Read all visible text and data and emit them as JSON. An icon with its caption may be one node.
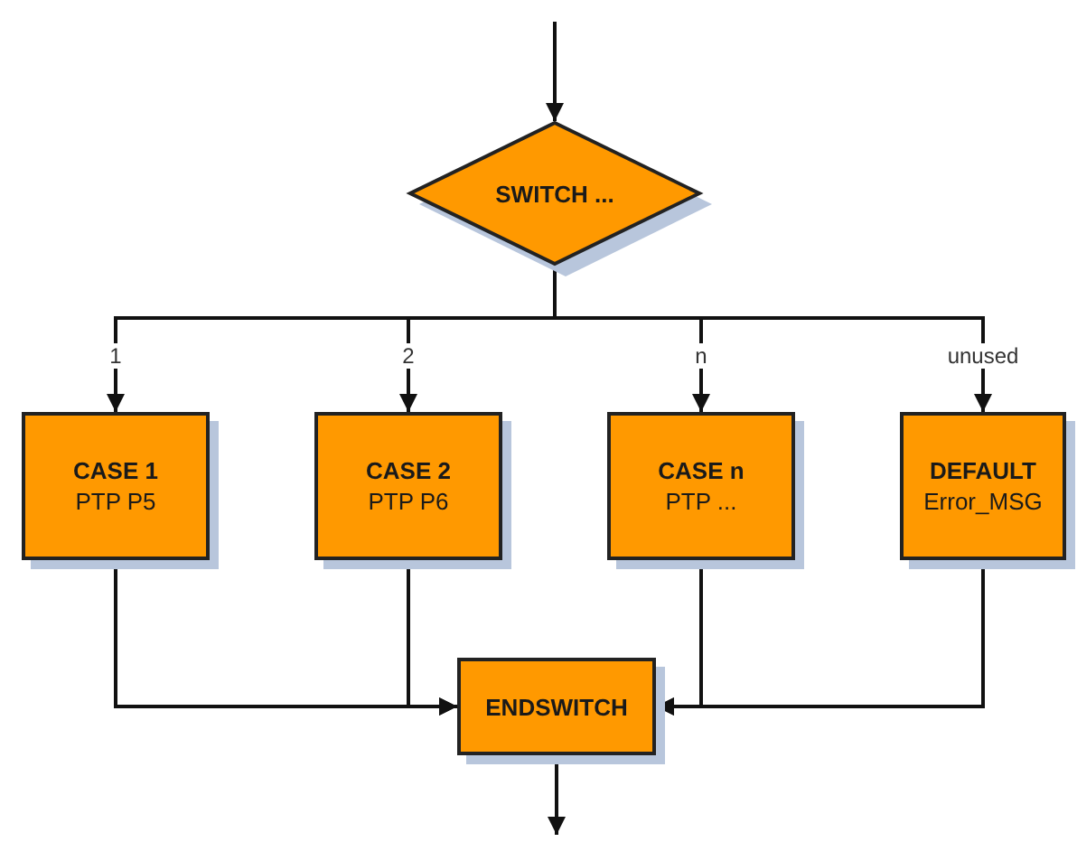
{
  "diagram": {
    "nodes": [
      {
        "text": [
          "SWITCH ..."
        ]
      },
      {
        "text": [
          "CASE 1",
          "PTP P5"
        ]
      },
      {
        "text": [
          "CASE 2",
          "PTP P6"
        ]
      },
      {
        "text": [
          "CASE n",
          "PTP ..."
        ]
      },
      {
        "text": [
          "DEFAULT",
          "Error_MSG"
        ]
      },
      {
        "text": [
          "ENDSWITCH"
        ]
      }
    ],
    "edges": [
      {
        "from": null,
        "to": 0,
        "arrow": "to"
      },
      {
        "from": 0,
        "to": 1,
        "label": "1",
        "arrow": "to"
      },
      {
        "from": 0,
        "to": 2,
        "label": "2",
        "arrow": "to"
      },
      {
        "from": 0,
        "to": 3,
        "label": "n",
        "arrow": "to"
      },
      {
        "from": 0,
        "to": 4,
        "label": "unused",
        "arrow": "to"
      },
      {
        "from": 1,
        "to": 5,
        "arrow": "to"
      },
      {
        "from": 2,
        "to": 5,
        "arrow": "to"
      },
      {
        "from": 3,
        "to": 5,
        "arrow": "to"
      },
      {
        "from": 4,
        "to": 5,
        "arrow": "to"
      },
      {
        "from": 5,
        "to": null,
        "arrow": "to"
      }
    ]
  }
}
